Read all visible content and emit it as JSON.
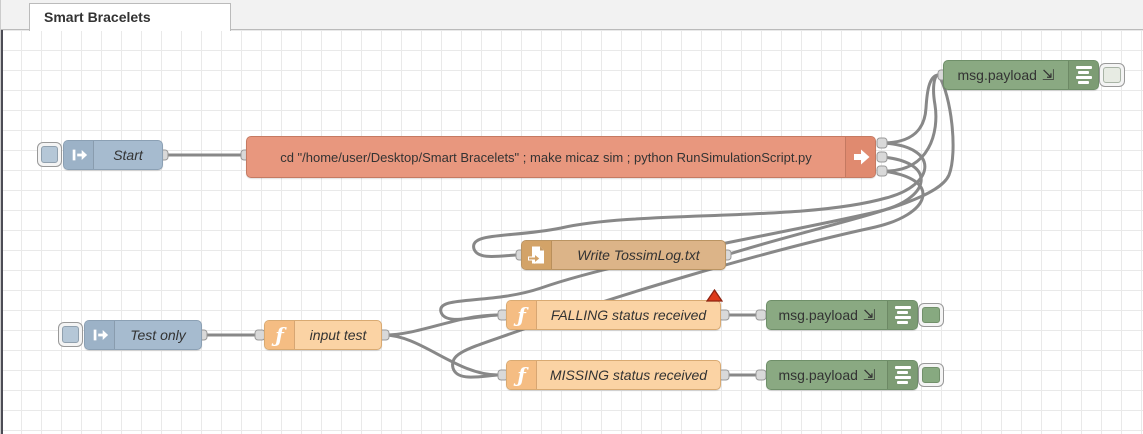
{
  "tab": {
    "label": "Smart Bracelets"
  },
  "nodes": {
    "start": {
      "type": "inject",
      "label": "Start"
    },
    "test_only": {
      "type": "inject",
      "label": "Test only"
    },
    "exec_sim": {
      "type": "exec",
      "label": "cd \"/home/user/Desktop/Smart Bracelets\" ; make micaz sim ; python RunSimulationScript.py"
    },
    "write_log": {
      "type": "file",
      "label": "Write TossimLog.txt"
    },
    "input_test": {
      "type": "function",
      "label": "input test"
    },
    "falling": {
      "type": "function",
      "label": "FALLING status received",
      "has_warning": true
    },
    "missing": {
      "type": "function",
      "label": "MISSING status received"
    },
    "debug_sim": {
      "type": "debug",
      "label": "msg.payload",
      "glyph": "⇲",
      "toggle": "off"
    },
    "debug_falling": {
      "type": "debug",
      "label": "msg.payload",
      "glyph": "⇲",
      "toggle": "on"
    },
    "debug_missing": {
      "type": "debug",
      "label": "msg.payload",
      "glyph": "⇲",
      "toggle": "on"
    }
  },
  "colors": {
    "inject": "#a6bbcf",
    "exec": "#e8977e",
    "function": "#fbd3a4",
    "file": "#dcb488",
    "debug": "#8aa982",
    "wire": "#888888",
    "warning_badge": "#de3a1a",
    "workspace_grid": "#e9e9e9"
  }
}
